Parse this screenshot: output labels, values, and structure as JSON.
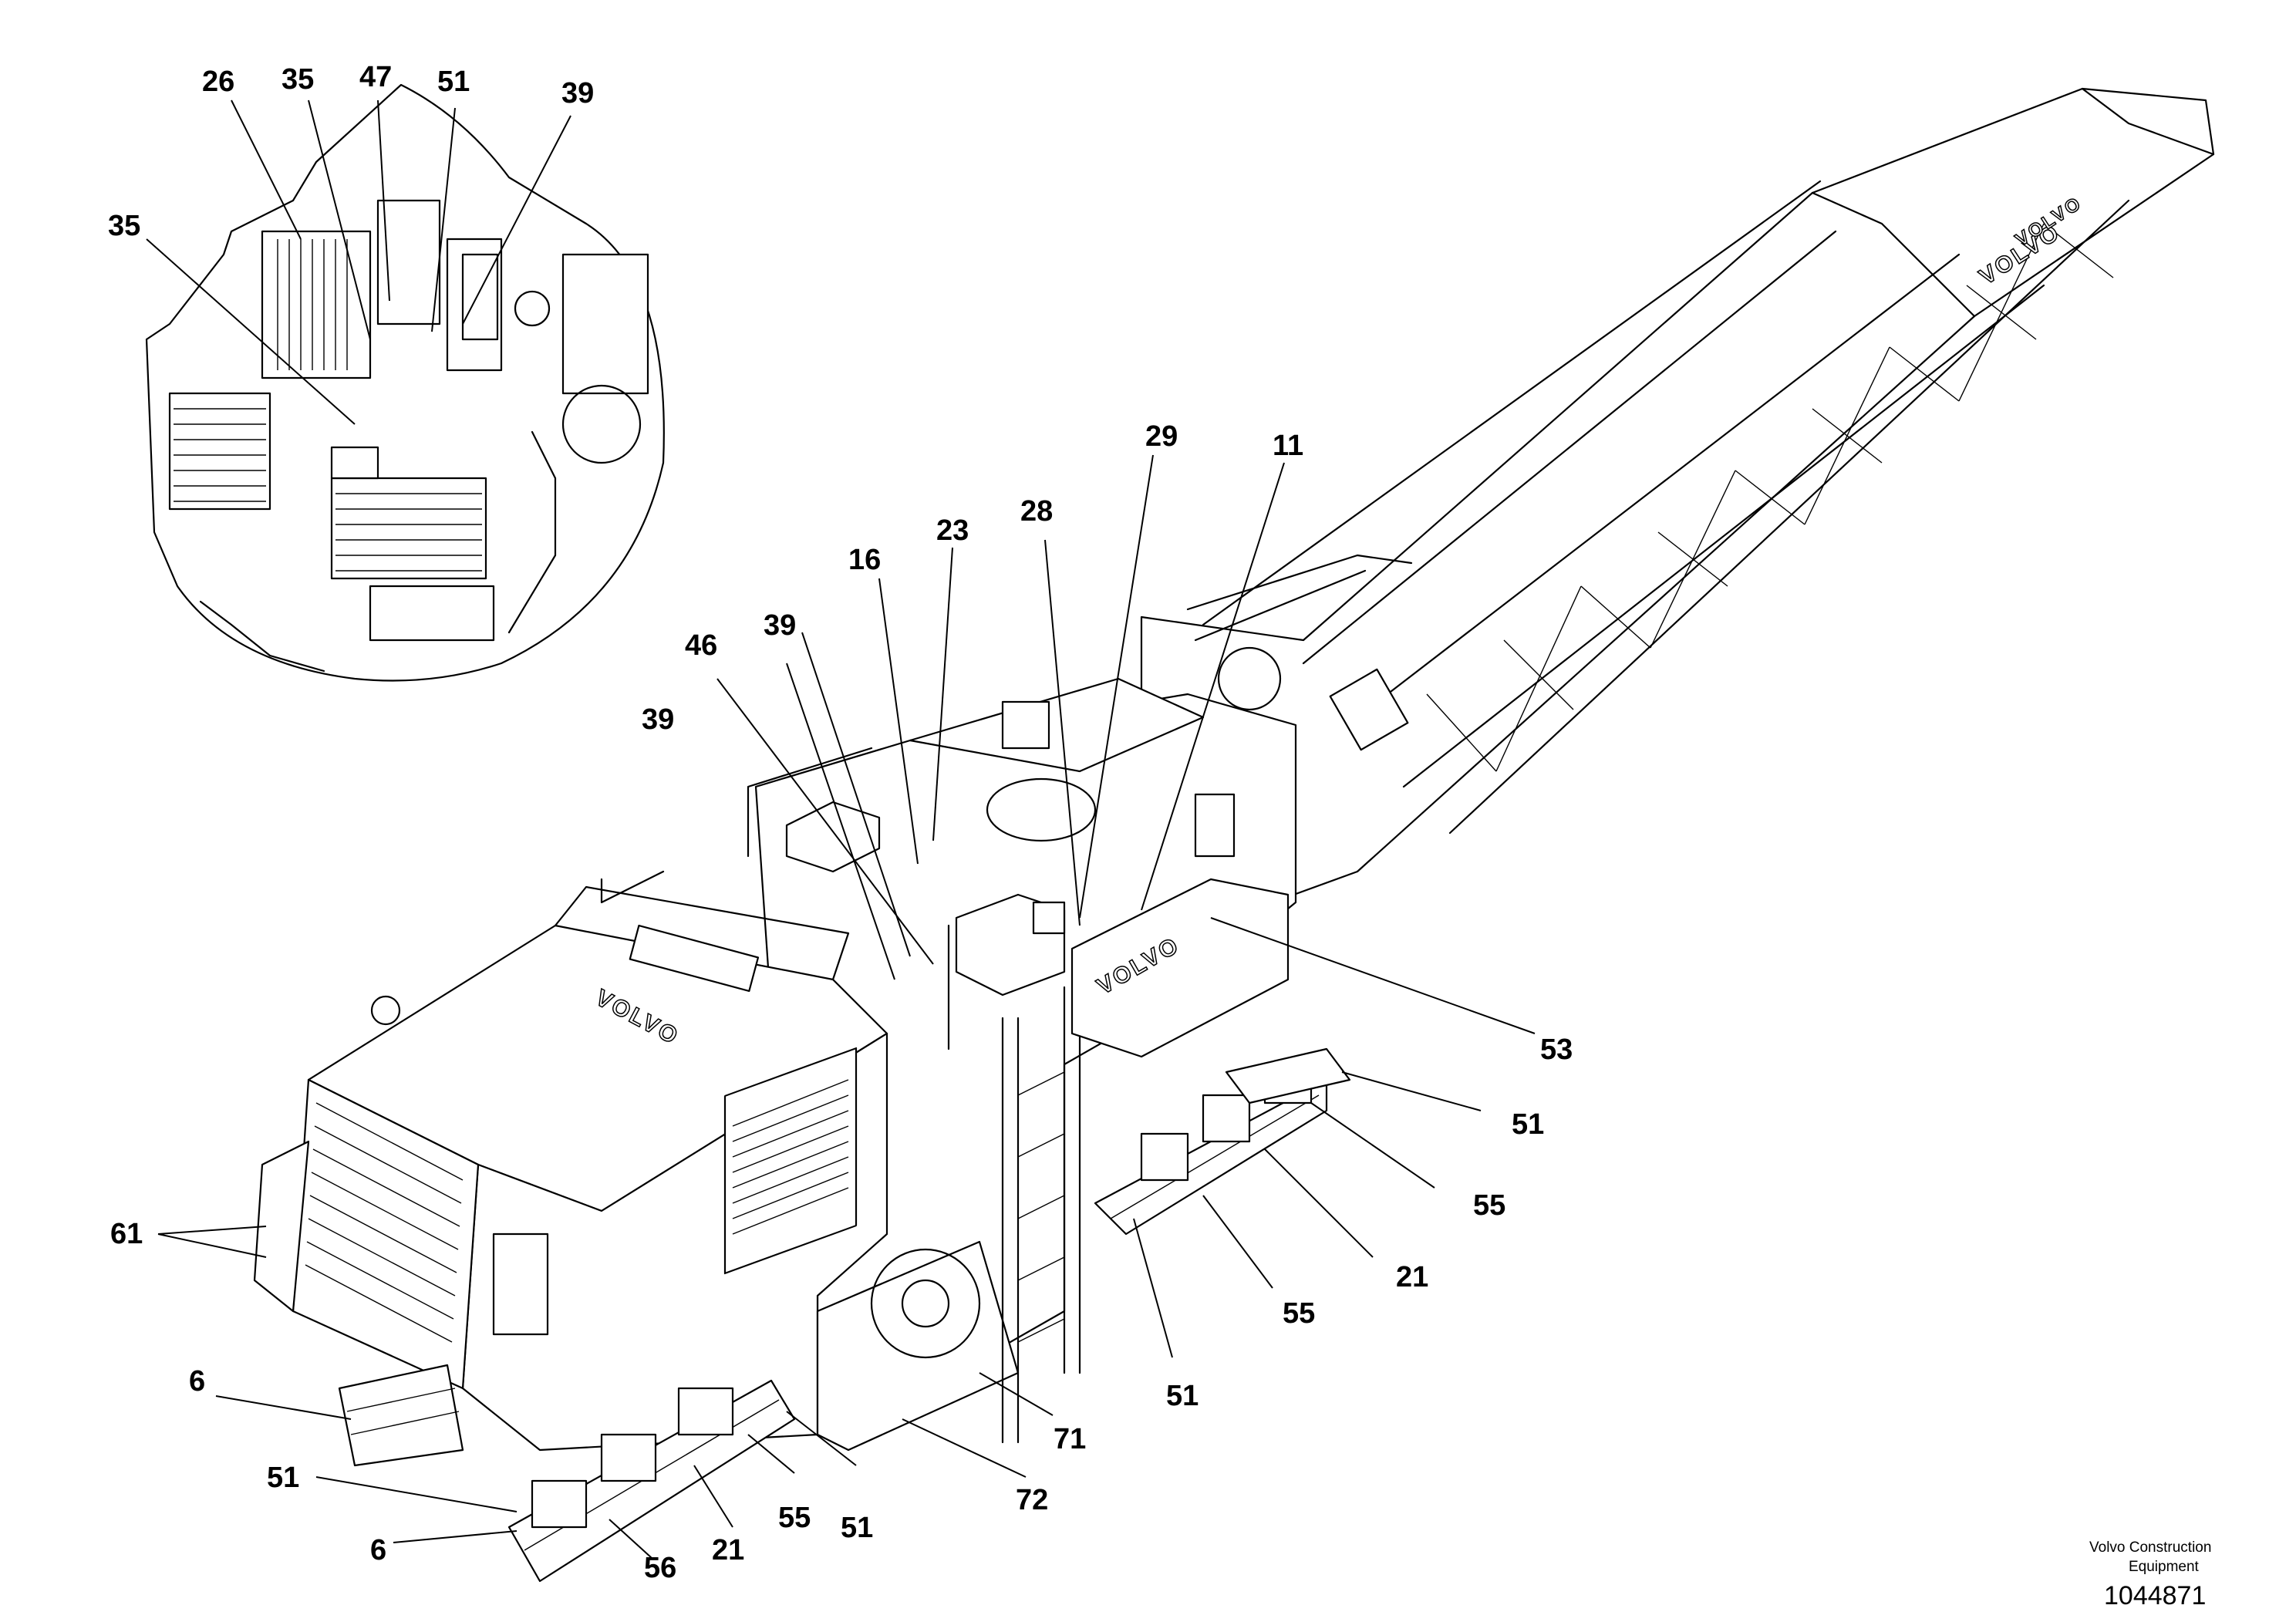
{
  "callouts": {
    "c_26": "26",
    "c_35_top": "35",
    "c_47": "47",
    "c_51_top": "51",
    "c_39_top": "39",
    "c_35_left": "35",
    "c_29": "29",
    "c_11": "11",
    "c_23": "23",
    "c_28": "28",
    "c_16": "16",
    "c_39_a": "39",
    "c_46": "46",
    "c_39_b": "39",
    "c_53": "53",
    "c_51_r1": "51",
    "c_55_r1": "55",
    "c_21_r": "21",
    "c_55_r2": "55",
    "c_51_r2": "51",
    "c_61": "61",
    "c_6_a": "6",
    "c_51_l": "51",
    "c_6_b": "6",
    "c_56": "56",
    "c_21_b": "21",
    "c_55_b": "55",
    "c_51_b": "51",
    "c_71": "71",
    "c_72": "72"
  },
  "brand": {
    "logo_1": "VOLVO",
    "logo_2": "VOLVO",
    "logo_3": "VOLVO",
    "logo_4": "VOLVO"
  },
  "footer": {
    "company_line1": "Volvo Construction",
    "company_line2": "Equipment",
    "drawing_number": "1044871"
  }
}
